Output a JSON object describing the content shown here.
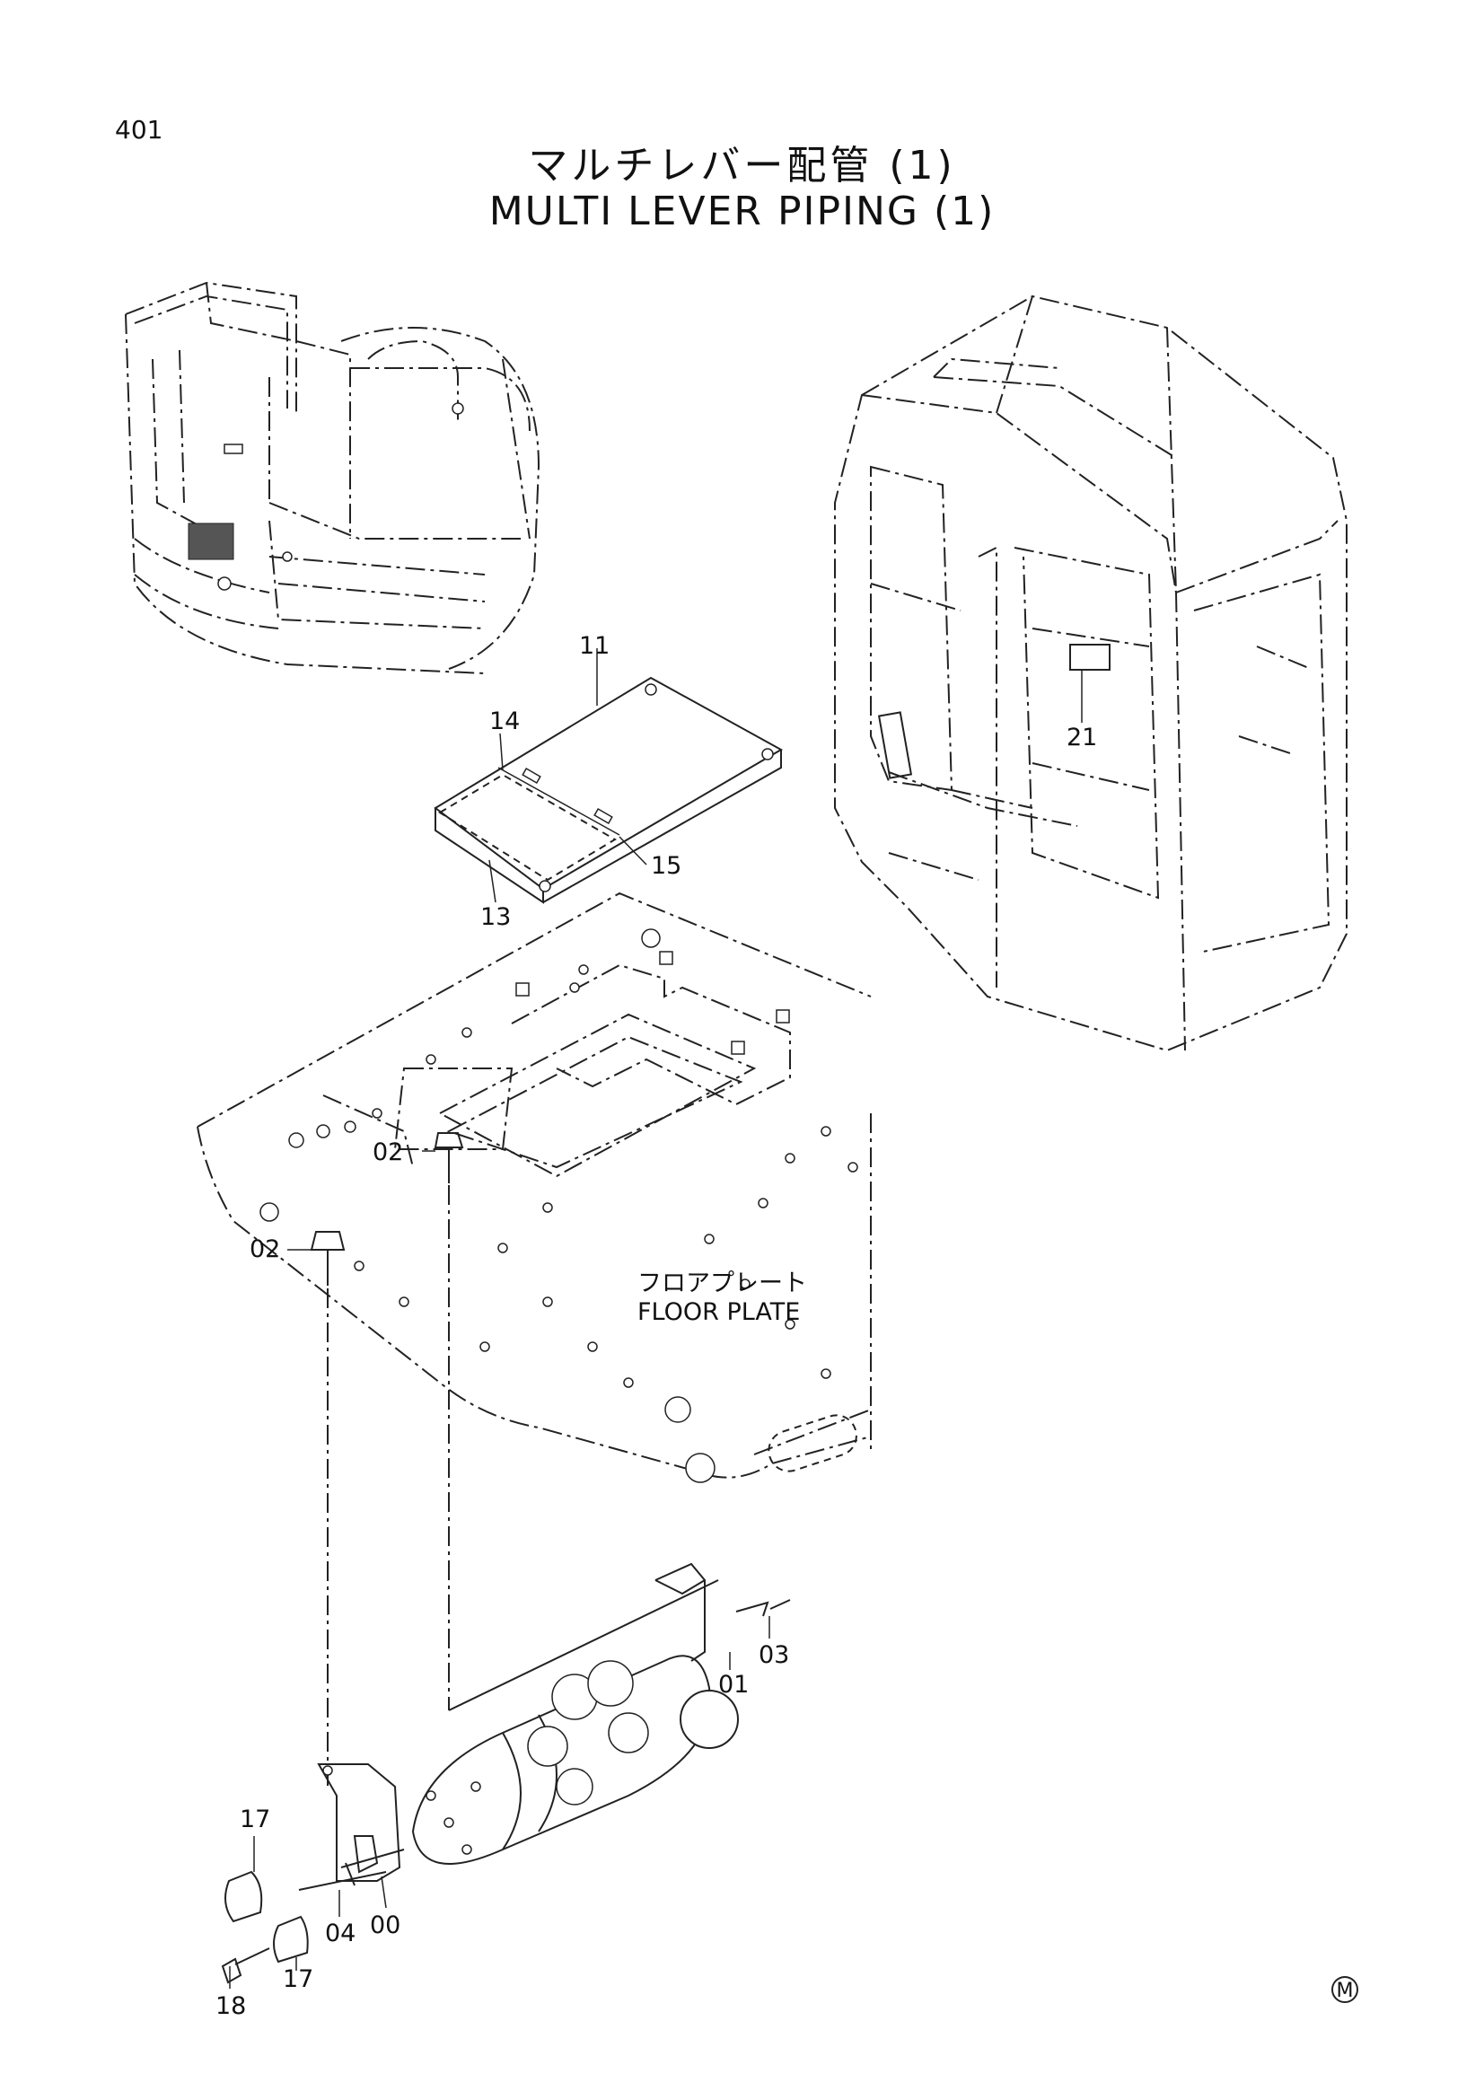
{
  "page": {
    "number": "401"
  },
  "title": {
    "japanese": "マルチレバー配管 (1)",
    "english": "MULTI LEVER PIPING (1)"
  },
  "floor_plate": {
    "label_jp": "フロアプレート",
    "label_en": "FLOOR PLATE"
  },
  "part_labels": {
    "p11": "11",
    "p14": "14",
    "p15": "15",
    "p13": "13",
    "p21": "21",
    "p02a": "02",
    "p02b": "02",
    "p03": "03",
    "p01": "01",
    "p17a": "17",
    "p17b": "17",
    "p04": "04",
    "p00": "00",
    "p18": "18"
  },
  "footer": {
    "mark": "M"
  }
}
